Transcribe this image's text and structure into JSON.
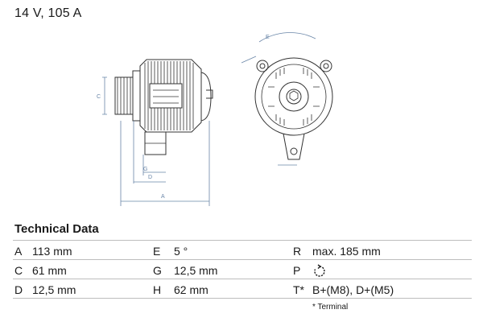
{
  "header": {
    "title": "14 V, 105 A"
  },
  "technical": {
    "heading": "Technical Data",
    "rows": [
      [
        {
          "key": "A",
          "value": "113 mm"
        },
        {
          "key": "E",
          "value": "5 °"
        },
        {
          "key": "R",
          "value": "max. 185 mm"
        }
      ],
      [
        {
          "key": "C",
          "value": "61 mm"
        },
        {
          "key": "G",
          "value": "12,5 mm"
        },
        {
          "key": "P",
          "value": ""
        }
      ],
      [
        {
          "key": "D",
          "value": "12,5 mm"
        },
        {
          "key": "H",
          "value": "62 mm"
        },
        {
          "key": "T*",
          "value": "B+(M8), D+(M5)"
        }
      ]
    ],
    "footnote": "* Terminal",
    "rotation_icon": "clockwise-rotation-icon"
  }
}
